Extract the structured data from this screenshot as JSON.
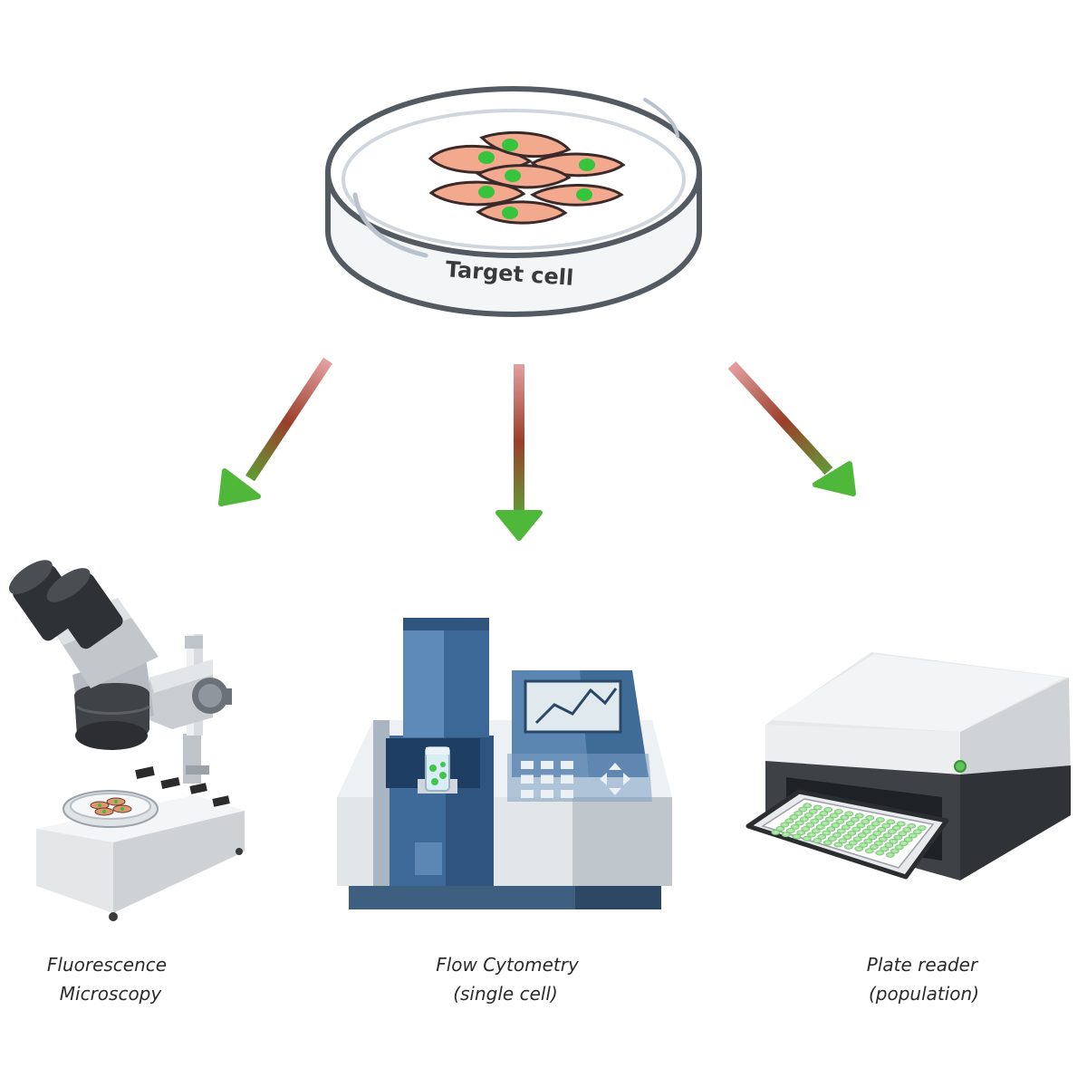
{
  "dish": {
    "label": "Target cell"
  },
  "methods": [
    {
      "line1": "Fluorescence",
      "line2": "Microscopy",
      "icon": "microscope-icon"
    },
    {
      "line1": "Flow Cytometry",
      "line2": "(single cell)",
      "icon": "flow-cytometer-icon"
    },
    {
      "line1": "Plate reader",
      "line2": "(population)",
      "icon": "plate-reader-icon"
    }
  ],
  "colors": {
    "arrow_start": "#d98a8a",
    "arrow_end": "#4fb83a",
    "cell_body": "#f2a98e",
    "nucleus": "#35c43c",
    "instrument_blue": "#3d6a99",
    "instrument_grey": "#e3e6e8"
  }
}
